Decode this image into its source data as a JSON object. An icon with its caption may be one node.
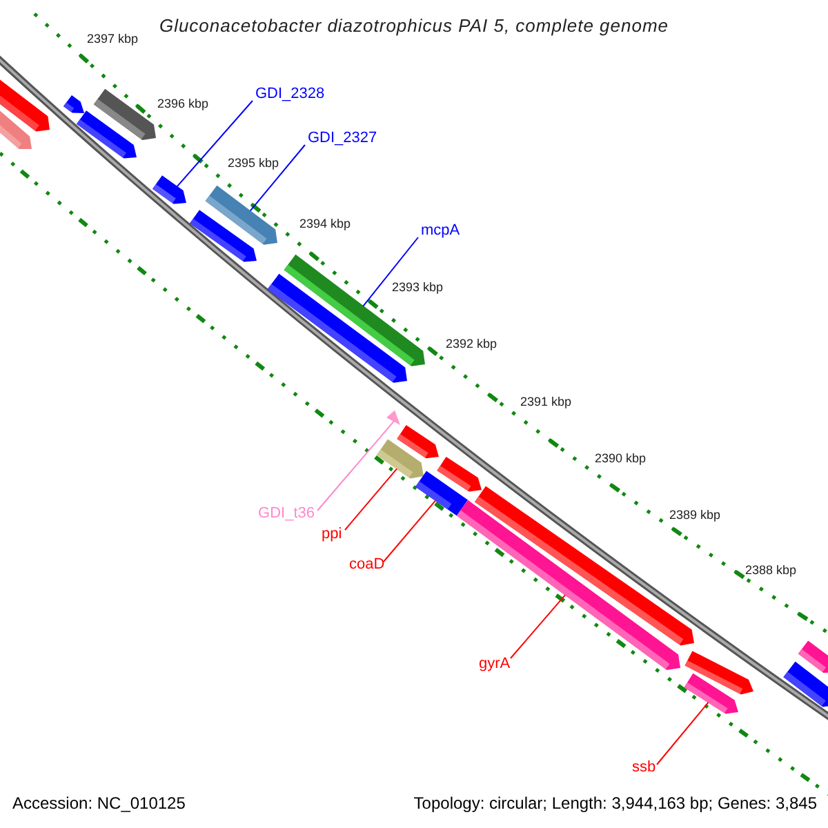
{
  "diagram": {
    "title": "Gluconacetobacter diazotrophicus PAI 5, complete genome",
    "nodes": [
      {
        "text": [
          "GDI_2328"
        ]
      },
      {
        "text": [
          "GDI_2327"
        ]
      },
      {
        "text": [
          "mcpA"
        ]
      },
      {
        "text": [
          "GDI_t36"
        ]
      },
      {
        "text": [
          "ppi"
        ]
      },
      {
        "text": [
          "coaD"
        ]
      },
      {
        "text": [
          "gyrA"
        ]
      },
      {
        "text": [
          "ssb"
        ]
      },
      {
        "text": [],
        "shape": "arrow"
      },
      {
        "text": [],
        "shape": "arrow"
      },
      {
        "text": [],
        "shape": "arrow"
      },
      {
        "text": [],
        "shape": "arrow"
      },
      {
        "text": [],
        "shape": "arrow"
      },
      {
        "text": [],
        "shape": "arrow"
      },
      {
        "text": [],
        "shape": "arrow"
      },
      {
        "text": [],
        "shape": "arrow"
      },
      {
        "text": [],
        "shape": "arrow"
      },
      {
        "text": [],
        "shape": "arrow"
      },
      {
        "text": [],
        "shape": "arrow"
      },
      {
        "text": [],
        "shape": "triangle"
      },
      {
        "text": [],
        "shape": "arrow"
      },
      {
        "text": [],
        "shape": "bar"
      },
      {
        "text": [],
        "shape": "arrow"
      },
      {
        "text": [],
        "shape": "arrow"
      },
      {
        "text": [],
        "shape": "arrow"
      },
      {
        "text": [],
        "shape": "arrow"
      },
      {
        "text": [],
        "shape": "arrow"
      },
      {
        "text": [],
        "shape": "arrow"
      },
      {
        "text": [],
        "shape": "arrow"
      }
    ],
    "edges": [
      {
        "from": 0,
        "to": 13,
        "arrow": "none",
        "color": "#0000ff"
      },
      {
        "from": 1,
        "to": 15,
        "arrow": "none",
        "color": "#0000ff"
      },
      {
        "from": 2,
        "to": 17,
        "arrow": "none",
        "color": "#0000ff"
      },
      {
        "from": 3,
        "to": 19,
        "arrow": "none",
        "color": "#ff88cc"
      },
      {
        "from": 4,
        "to": 18,
        "arrow": "none"
      },
      {
        "from": 5,
        "to": 21,
        "arrow": "none"
      },
      {
        "from": 6,
        "to": 23,
        "arrow": "none"
      },
      {
        "from": 7,
        "to": 26,
        "arrow": "none"
      }
    ],
    "labels": [
      "2397 kbp",
      "2396 kbp",
      "2395 kbp",
      "2394 kbp",
      "2393 kbp",
      "2392 kbp",
      "2391 kbp",
      "2390 kbp",
      "2389 kbp",
      "2388 kbp",
      "Accession: NC_010125",
      "Topology: circular; Length: 3,944,163 bp; Genes: 3,845"
    ]
  }
}
